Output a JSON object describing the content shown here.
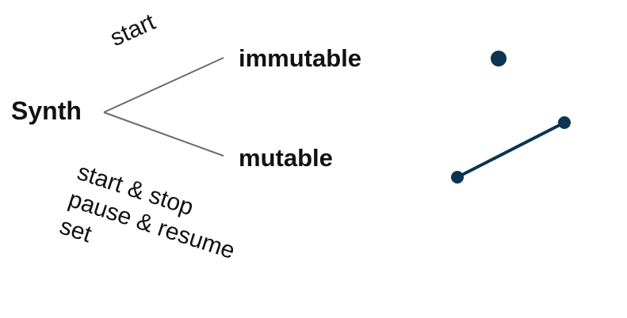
{
  "root": {
    "label": "Synth"
  },
  "branches": [
    {
      "label": "immutable",
      "operations": [
        "start"
      ]
    },
    {
      "label": "mutable",
      "operations": [
        "start & stop",
        "pause & resume",
        "set"
      ]
    }
  ],
  "colors": {
    "text": "#111111",
    "edge": "#6b6b6b",
    "glyph": "#0b3550"
  },
  "glyphs": {
    "immutable": "single-point",
    "mutable": "line-segment"
  }
}
